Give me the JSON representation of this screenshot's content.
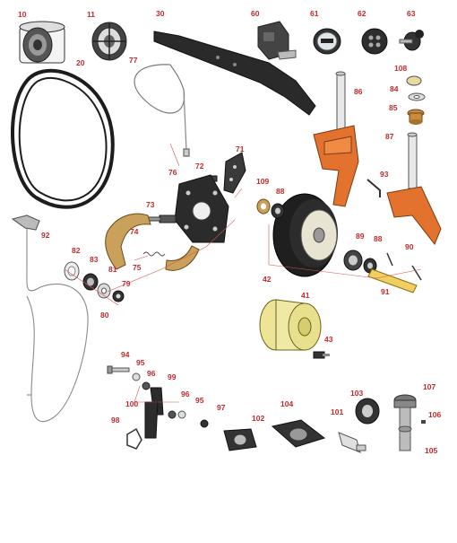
{
  "colors": {
    "callout": "#c62828",
    "leader": "#d9534f",
    "orange": "#e2722d",
    "tan": "#c9a15a",
    "yellow_rim": "#e9e39a",
    "dark": "#2b2b2b",
    "steel": "#bfc3c7"
  },
  "callouts": [
    {
      "id": "c10",
      "label": "10"
    },
    {
      "id": "c11",
      "label": "11"
    },
    {
      "id": "c30",
      "label": "30"
    },
    {
      "id": "c60",
      "label": "60"
    },
    {
      "id": "c61",
      "label": "61"
    },
    {
      "id": "c62",
      "label": "62"
    },
    {
      "id": "c63",
      "label": "63"
    },
    {
      "id": "c20",
      "label": "20"
    },
    {
      "id": "c77",
      "label": "77"
    },
    {
      "id": "c108",
      "label": "108"
    },
    {
      "id": "c84",
      "label": "84"
    },
    {
      "id": "c86",
      "label": "86"
    },
    {
      "id": "c85",
      "label": "85"
    },
    {
      "id": "c71",
      "label": "71"
    },
    {
      "id": "c87",
      "label": "87"
    },
    {
      "id": "c72",
      "label": "72"
    },
    {
      "id": "c76",
      "label": "76"
    },
    {
      "id": "c109",
      "label": "109"
    },
    {
      "id": "c88a",
      "label": "88"
    },
    {
      "id": "c93",
      "label": "93"
    },
    {
      "id": "c73",
      "label": "73"
    },
    {
      "id": "c74",
      "label": "74"
    },
    {
      "id": "c92",
      "label": "92"
    },
    {
      "id": "c82",
      "label": "82"
    },
    {
      "id": "c83",
      "label": "83"
    },
    {
      "id": "c81",
      "label": "81"
    },
    {
      "id": "c75",
      "label": "75"
    },
    {
      "id": "c79",
      "label": "79"
    },
    {
      "id": "c80",
      "label": "80"
    },
    {
      "id": "c89",
      "label": "89"
    },
    {
      "id": "c88b",
      "label": "88"
    },
    {
      "id": "c90",
      "label": "90"
    },
    {
      "id": "c42",
      "label": "42"
    },
    {
      "id": "c91",
      "label": "91"
    },
    {
      "id": "c41",
      "label": "41"
    },
    {
      "id": "c43",
      "label": "43"
    },
    {
      "id": "c94",
      "label": "94"
    },
    {
      "id": "c95a",
      "label": "95"
    },
    {
      "id": "c96a",
      "label": "96"
    },
    {
      "id": "c99",
      "label": "99"
    },
    {
      "id": "c100",
      "label": "100"
    },
    {
      "id": "c96b",
      "label": "96"
    },
    {
      "id": "c95b",
      "label": "95"
    },
    {
      "id": "c97",
      "label": "97"
    },
    {
      "id": "c98",
      "label": "98"
    },
    {
      "id": "c102",
      "label": "102"
    },
    {
      "id": "c104",
      "label": "104"
    },
    {
      "id": "c103",
      "label": "103"
    },
    {
      "id": "c107",
      "label": "107"
    },
    {
      "id": "c101",
      "label": "101"
    },
    {
      "id": "c106",
      "label": "106"
    },
    {
      "id": "c105",
      "label": "105"
    }
  ]
}
